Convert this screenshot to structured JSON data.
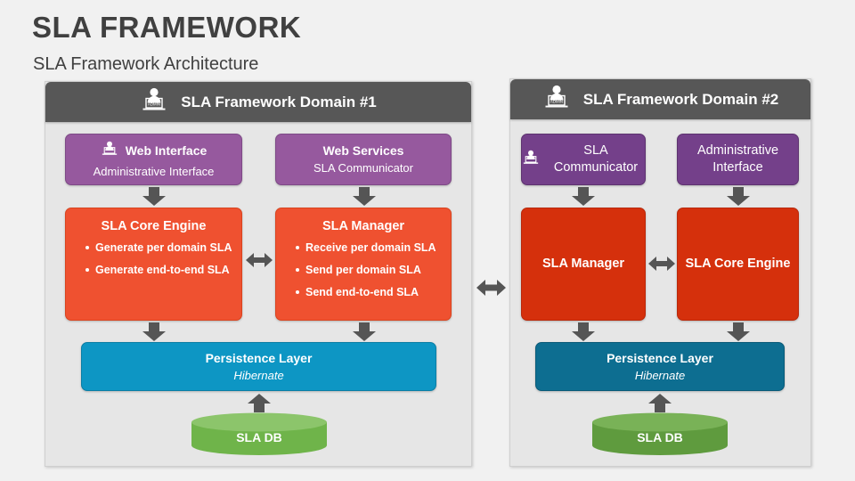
{
  "header": {
    "title": "SLA FRAMEWORK",
    "subtitle": "SLA Framework Architecture"
  },
  "colors": {
    "page_background": "#f1f1f1",
    "panel_background": "#e6e6e6",
    "panel_header": "#575757",
    "purple_domain1": "#96599e",
    "purple_domain2": "#74408a",
    "red_domain1": "#ef5130",
    "red_domain2": "#d5300c",
    "blue_domain1": "#0d96c4",
    "blue_domain2": "#0d6e91",
    "green_domain1": "#6fb44a",
    "green_domain2": "#5f9b3e",
    "arrow": "#555555"
  },
  "domain1": {
    "header_title": "SLA Framework Domain #1",
    "header_icon": "admin-user-laptop-icon",
    "web_interface": {
      "icon": "user-laptop-icon",
      "title": "Web Interface",
      "subtitle": "Administrative Interface"
    },
    "web_services": {
      "title": "Web Services",
      "subtitle": "SLA Communicator"
    },
    "core_engine": {
      "title": "SLA Core Engine",
      "bullets": [
        "Generate per domain SLA",
        "Generate end-to-end SLA"
      ]
    },
    "sla_manager": {
      "title": "SLA Manager",
      "bullets": [
        "Receive per domain SLA",
        "Send per domain SLA",
        "Send end-to-end SLA"
      ]
    },
    "persistence": {
      "title": "Persistence Layer",
      "subtitle": "Hibernate"
    },
    "database": {
      "label": "SLA DB"
    }
  },
  "domain2": {
    "header_title": "SLA Framework Domain #2",
    "header_icon": "admin-user-laptop-icon",
    "sla_communicator": {
      "icon": "user-laptop-icon",
      "title": "SLA Communicator"
    },
    "administrative_interface": {
      "title": "Administrative Interface"
    },
    "sla_manager": {
      "title": "SLA Manager"
    },
    "core_engine": {
      "title": "SLA Core Engine"
    },
    "persistence": {
      "title": "Persistence Layer",
      "subtitle": "Hibernate"
    },
    "database": {
      "label": "SLA DB"
    }
  },
  "connectors": {
    "domain1_web_interface_to_core": "down-arrow-icon",
    "domain1_web_services_to_manager": "down-arrow-icon",
    "domain1_core_manager_link": "double-arrow-icon",
    "domain1_core_to_persistence": "down-arrow-icon",
    "domain1_manager_to_persistence": "down-arrow-icon",
    "domain1_db_to_persistence": "up-arrow-icon",
    "domain2_communicator_to_manager": "down-arrow-icon",
    "domain2_admin_to_core": "down-arrow-icon",
    "domain2_manager_core_link": "double-arrow-icon",
    "domain2_manager_to_persistence": "down-arrow-icon",
    "domain2_core_to_persistence": "down-arrow-icon",
    "domain2_db_to_persistence": "up-arrow-icon",
    "inter_domain_link": "double-arrow-icon"
  }
}
